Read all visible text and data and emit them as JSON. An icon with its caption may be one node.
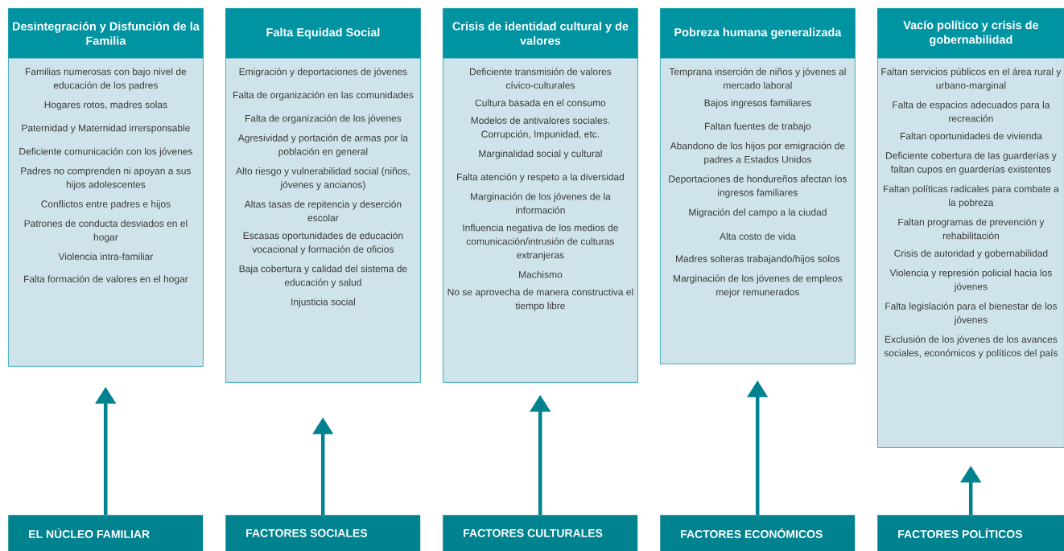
{
  "diagram": {
    "nodes": [
      {
        "text": [
          "Desintegración y Disfunción de la Familia",
          "Familias numerosas con bajo nivel de educación de los padres",
          "Hogares rotos, madres solas",
          "Paternidad y Maternidad irrersponsable",
          "Deficiente comunicación con los jóvenes",
          "Padres no comprenden ni apoyan a sus hijos adolescentes",
          "Conflictos entre padres e hijos",
          "Patrones de conducta desviados en el hogar",
          "Violencia intra-familiar",
          "Falta formación de valores en el hogar"
        ]
      },
      {
        "text": [
          "Falta Equidad Social",
          "Emigración y deportaciones de jóvenes",
          "Falta de organización en las comunidades",
          "Falta de organización de los jóvenes",
          "Agresividad y portación de armas por la población en general",
          "Alto riesgo y vulnerabilidad social (niños, jóvenes y ancianos)",
          "Altas tasas de repitencia y deserción escolar",
          "Escasas oportunidades de educación vocacional y formación de oficios",
          "Baja cobertura y calidad del sistema de educación y salud",
          "Injusticia social"
        ]
      },
      {
        "text": [
          "Crisis de identidad cultural y de valores",
          "Deficiente transmisión de valores cívico-culturales",
          "Cultura basada en el consumo",
          "Modelos de antivalores sociales. Corrupción, Impunidad, etc.",
          "Marginalidad social y cultural",
          "Falta atención y respeto a la diversidad",
          "Marginación de los jóvenes de la información",
          "Influencia negativa de los medios de comunicación/intrusión de culturas extranjeras",
          "Machismo",
          "No se aprovecha de manera constructiva el tiempo libre"
        ]
      },
      {
        "text": [
          "Pobreza humana generalizada",
          "Temprana inserción de niños y jóvenes al mercado laboral",
          "Bajos ingresos familiares",
          "Faltan fuentes de trabajo",
          "Abandono de los hijos por emigración de padres a Estados Unidos",
          "Deportaciones de hondureños afectan los ingresos familiares",
          "Migración del campo a la ciudad",
          "Alta costo de vida",
          "Madres solteras trabajando/hijos solos",
          "Marginación de los jóvenes de empleos mejor remunerados"
        ]
      },
      {
        "text": [
          "Vacío político y crisis de gobernabilidad",
          "Faltan servicios públicos en el área rural y urbano-marginal",
          "Falta de espacios adecuados para la recreación",
          "Faltan oportunidades de vivienda",
          "Deficiente cobertura de las guarderías y faltan cupos en guarderías existentes",
          "Faltan políticas radicales para combate a la pobreza",
          "Faltan programas de prevención y rehabilitación",
          "Crisis de autoridad y gobernabilidad",
          "Violencia y represión policial hacia los jóvenes",
          "Falta legislación para el bienestar de los jóvenes",
          "Exclusión de los jóvenes de los avances sociales, económicos y políticos del país"
        ]
      },
      {
        "text": [
          "EL NÚCLEO FAMILIAR"
        ]
      },
      {
        "text": [
          "FACTORES SOCIALES"
        ]
      },
      {
        "text": [
          "FACTORES CULTURALES"
        ]
      },
      {
        "text": [
          "FACTORES ECONÓMICOS"
        ]
      },
      {
        "text": [
          "FACTORES POLÍTICOS"
        ]
      }
    ],
    "edges": [
      {
        "from": 5,
        "to": 0,
        "arrow": "to"
      },
      {
        "from": 6,
        "to": 1,
        "arrow": "to"
      },
      {
        "from": 7,
        "to": 2,
        "arrow": "to"
      },
      {
        "from": 8,
        "to": 3,
        "arrow": "to"
      },
      {
        "from": 9,
        "to": 4,
        "arrow": "to"
      }
    ]
  }
}
